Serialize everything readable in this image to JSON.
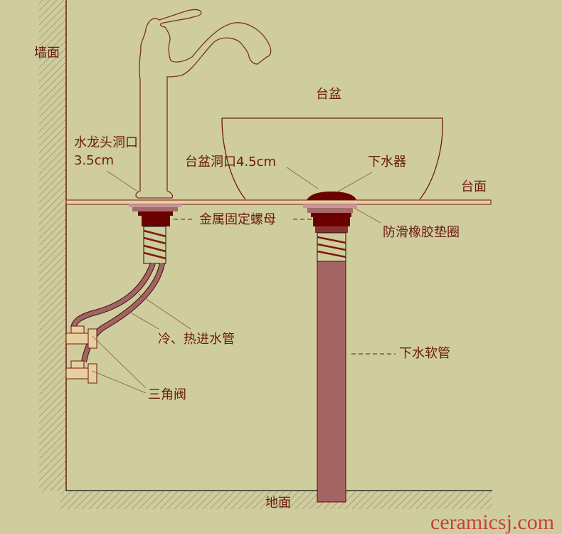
{
  "labels": {
    "wall": "墙面",
    "basin": "台盆",
    "faucet_hole": "水龙头洞口",
    "faucet_hole_size": "3.5cm",
    "basin_hole": "台盆洞口4.5cm",
    "drain": "下水器",
    "countertop": "台面",
    "nut": "金属固定螺母",
    "gasket": "防滑橡胶垫圈",
    "inlet_pipes": "冷、热进水管",
    "drain_hose": "下水软管",
    "angle_valve": "三角阀",
    "floor": "地面"
  },
  "watermark": "ceramicsj.com",
  "colors": {
    "background": "#cfcd9d",
    "line": "#6b1a10",
    "dark": "#6b0000",
    "pipe": "#a36464",
    "gasket": "#c9969a",
    "countertop": "#e8cf9f"
  }
}
